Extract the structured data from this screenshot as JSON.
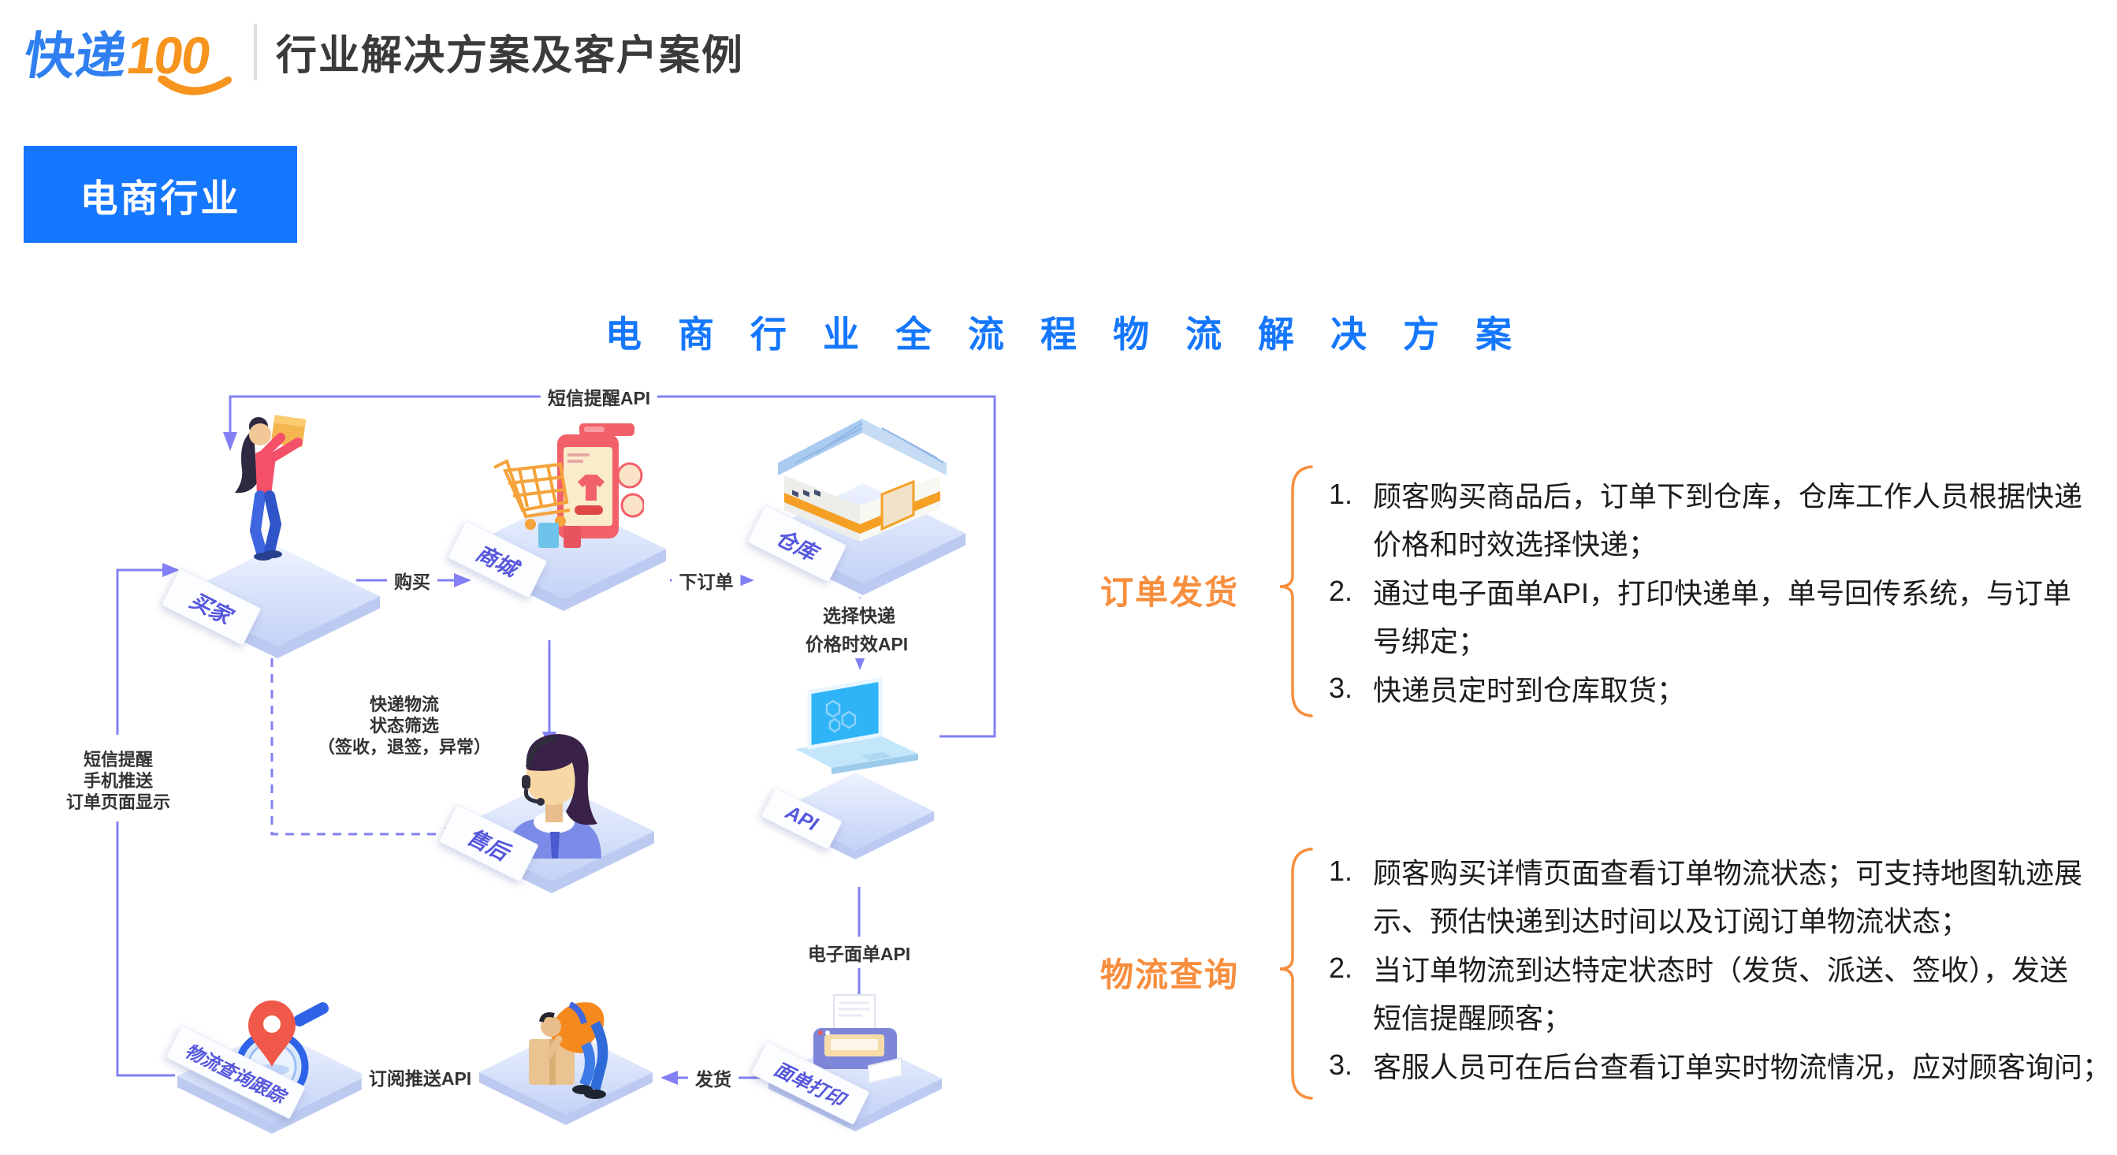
{
  "header": {
    "logo_cn": "快递",
    "logo_num": "100",
    "title": "行业解决方案及客户案例"
  },
  "badge": {
    "label": "电商行业"
  },
  "section": {
    "title": "电商行业全流程物流解决方案"
  },
  "diagram": {
    "nodes": {
      "buyer": {
        "label": "买家"
      },
      "mall": {
        "label": "商城"
      },
      "warehouse": {
        "label": "仓库"
      },
      "aftersale": {
        "label": "售后"
      },
      "api": {
        "label": "API"
      },
      "printer": {
        "label": "面单打印"
      },
      "tracking": {
        "label": "物流查询跟踪"
      }
    },
    "edges": {
      "sms": "短信提醒API",
      "buy": "购买",
      "order": "下订单",
      "choose": "选择快递",
      "price": "价格时效API",
      "waybill": "电子面单API",
      "ship": "发货",
      "subscribe": "订阅推送API"
    },
    "notes": {
      "left": [
        "短信提醒",
        "手机推送",
        "订单页面显示"
      ],
      "middle": [
        "快递物流",
        "状态筛选",
        "（签收，退签，异常）"
      ]
    }
  },
  "annotations": [
    {
      "label": "订单发货",
      "items": [
        {
          "num": "1.",
          "lines": [
            "顾客购买商品后，订单下到仓库，仓库工作人员根据快递",
            "价格和时效选择快递；"
          ]
        },
        {
          "num": "2.",
          "lines": [
            "通过电子面单API，打印快递单，单号回传系统，与订单",
            "号绑定；"
          ]
        },
        {
          "num": "3.",
          "lines": [
            "快递员定时到仓库取货；"
          ]
        }
      ]
    },
    {
      "label": "物流查询",
      "items": [
        {
          "num": "1.",
          "lines": [
            "顾客购买详情页面查看订单物流状态；可支持地图轨迹展",
            "示、预估快递到达时间以及订阅订单物流状态；"
          ]
        },
        {
          "num": "2.",
          "lines": [
            "当订单物流到达特定状态时（发货、派送、签收），发送",
            "短信提醒顾客；"
          ]
        },
        {
          "num": "3.",
          "lines": [
            "客服人员可在后台查看订单实时物流情况，应对顾客询问；"
          ]
        }
      ]
    }
  ],
  "colors": {
    "brand_blue": "#1577FE",
    "brand_orange": "#F7941E",
    "annotation_orange": "#F78E3D",
    "line_purple": "#8280F2",
    "plate_text": "#5557DD",
    "title_dark": "#3A3A3A"
  }
}
